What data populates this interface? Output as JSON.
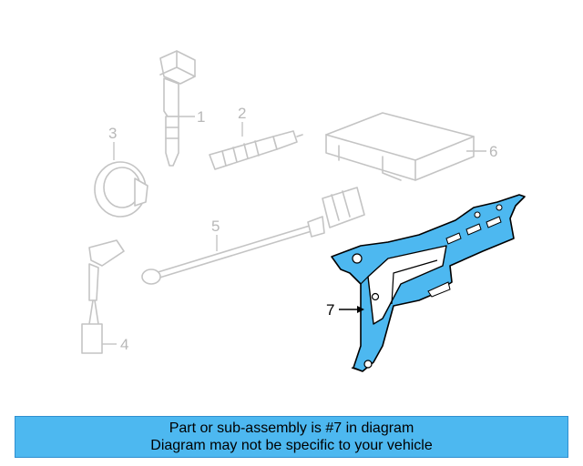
{
  "colors": {
    "highlight": "#4db8f0",
    "ghost_line": "#c4c4c4",
    "banner_bg": "#4db8f0",
    "banner_border": "#2f8fd0",
    "text": "#000000"
  },
  "diagram": {
    "callouts": [
      {
        "number": "1",
        "part": "ignition-coil"
      },
      {
        "number": "2",
        "part": "spark-plug"
      },
      {
        "number": "3",
        "part": "sensor-cap"
      },
      {
        "number": "4",
        "part": "speed-sensor"
      },
      {
        "number": "5",
        "part": "wire-harness"
      },
      {
        "number": "6",
        "part": "control-module"
      },
      {
        "number": "7",
        "part": "mounting-bracket",
        "highlighted": true
      }
    ]
  },
  "banner": {
    "line1": "Part or sub-assembly is #7 in diagram",
    "line2": "Diagram may not be specific to your vehicle"
  }
}
